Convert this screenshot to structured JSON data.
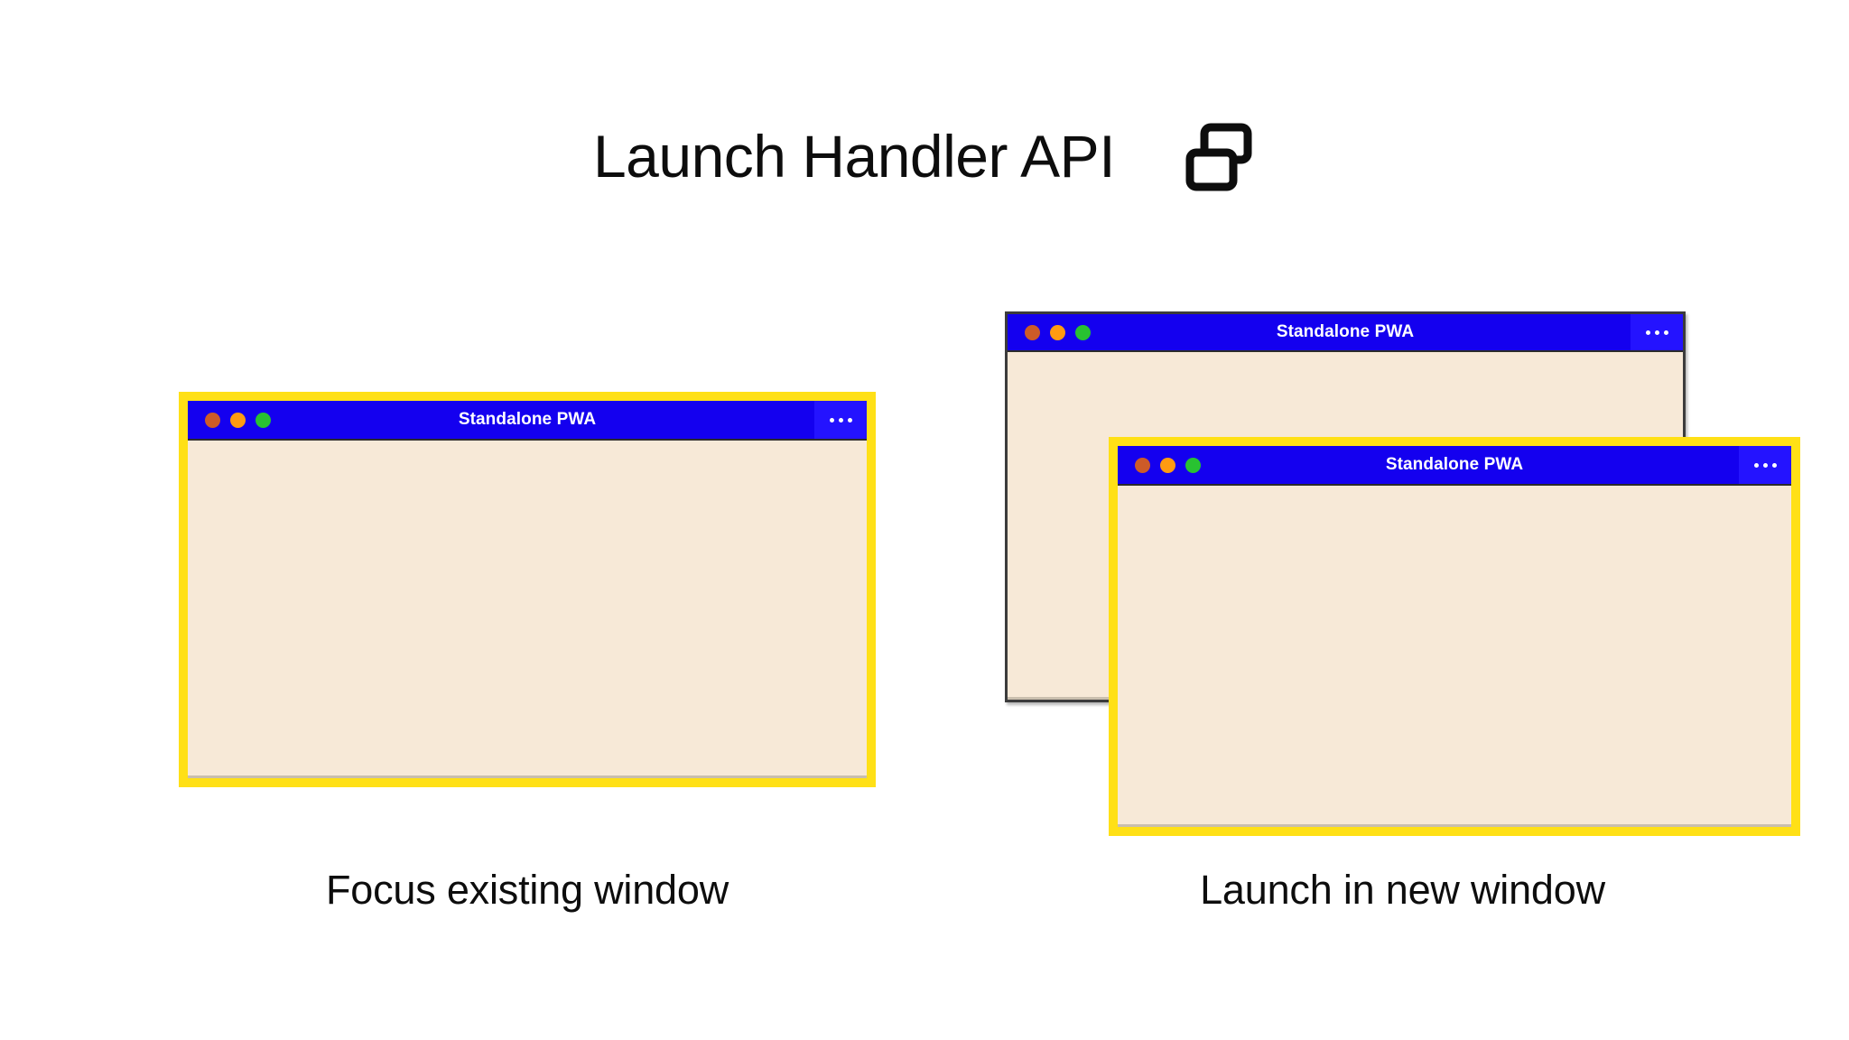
{
  "page": {
    "background_color": "#ffffff"
  },
  "header": {
    "title": "Launch Handler API",
    "icon": "two-windows-icon"
  },
  "colors": {
    "titlebar_blue": "#1400ef",
    "menu_blue": "#2413ff",
    "window_body_cream": "#f7e9d7",
    "focus_highlight_yellow": "#ffe016",
    "unfocused_border": "#3c3c3c",
    "dot_red": "#cd5b28",
    "dot_yellow": "#ff9b11",
    "dot_green": "#28c231",
    "text_dark": "#0d0d0d",
    "titlebar_text": "#ffffff"
  },
  "windows": {
    "focus_existing": {
      "title": "Standalone PWA",
      "state": "focused",
      "menu_icon": "overflow-menu-icon",
      "traffic_lights": [
        "close-dot",
        "minimize-dot",
        "maximize-dot"
      ]
    },
    "new_window_back": {
      "title": "Standalone PWA",
      "state": "unfocused",
      "menu_icon": "overflow-menu-icon",
      "traffic_lights": [
        "close-dot",
        "minimize-dot",
        "maximize-dot"
      ]
    },
    "new_window_front": {
      "title": "Standalone PWA",
      "state": "focused",
      "menu_icon": "overflow-menu-icon",
      "traffic_lights": [
        "close-dot",
        "minimize-dot",
        "maximize-dot"
      ]
    }
  },
  "captions": {
    "left": "Focus existing window",
    "right": "Launch in new window"
  }
}
